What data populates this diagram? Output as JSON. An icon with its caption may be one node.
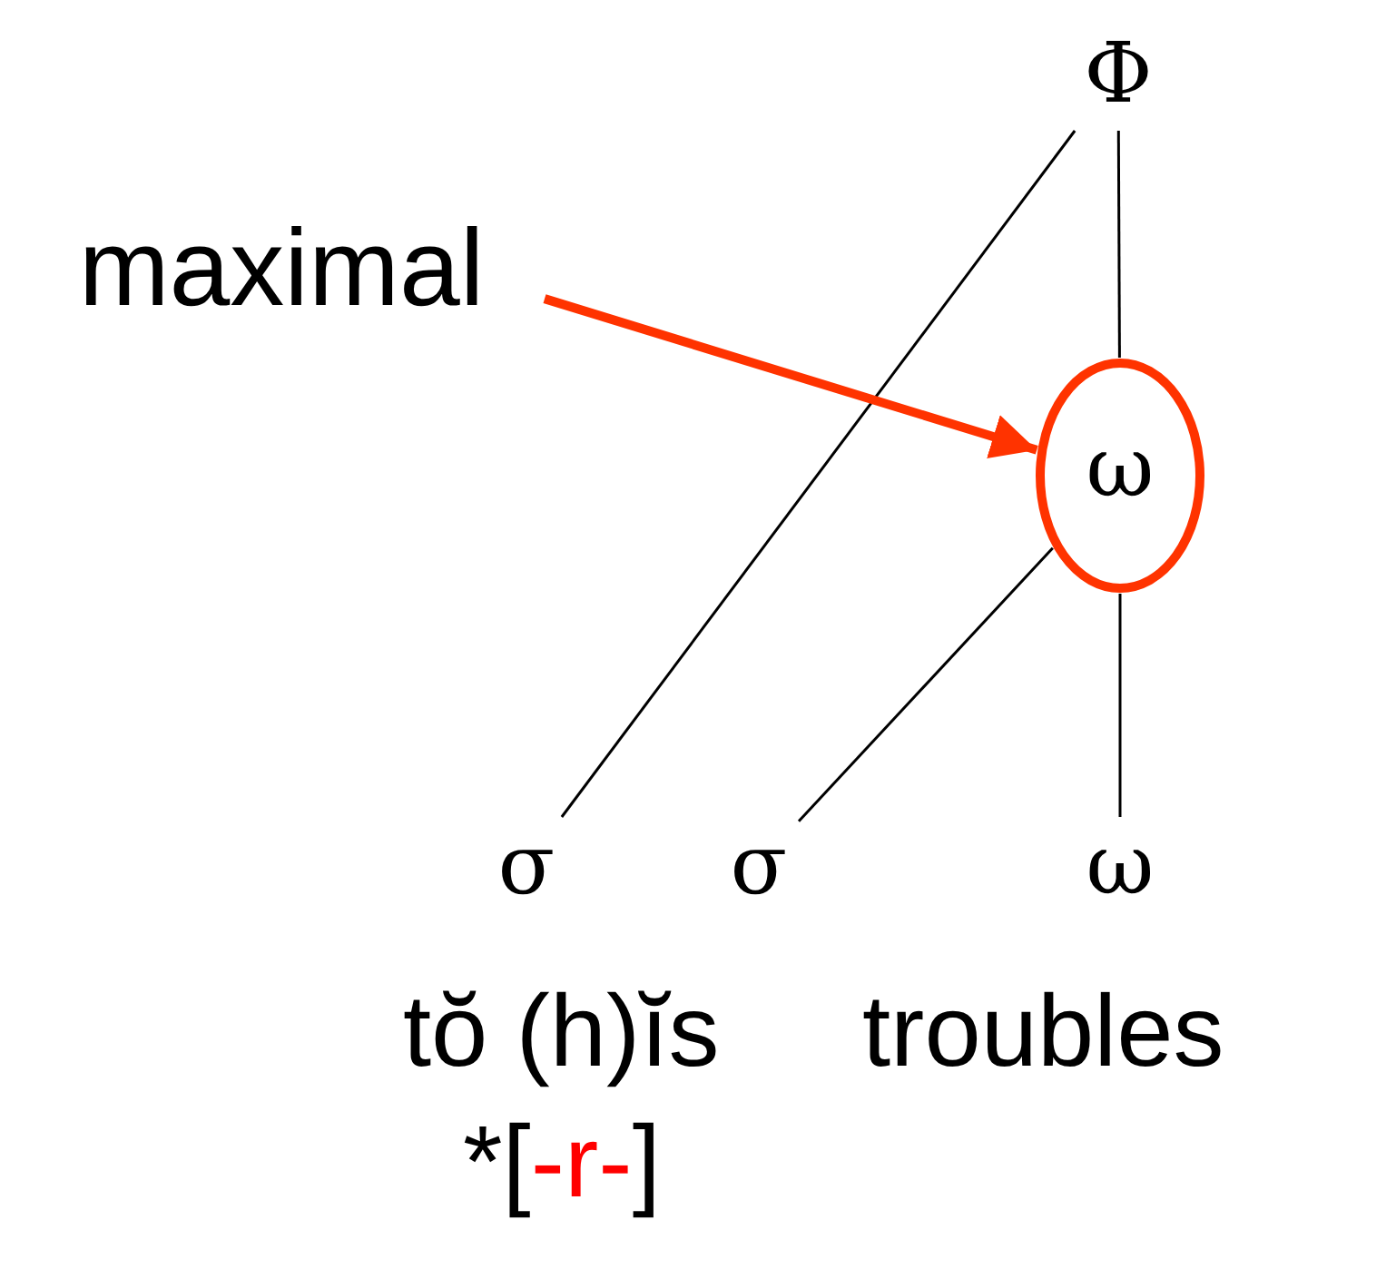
{
  "diagram": {
    "nodes": [
      {
        "text": [
          "Φ"
        ]
      },
      {
        "text": [
          "ω"
        ]
      },
      {
        "text": [
          "σ"
        ]
      },
      {
        "text": [
          "σ"
        ]
      },
      {
        "text": [
          "ω"
        ]
      },
      {
        "text": [
          "maximal"
        ]
      }
    ],
    "edges": [
      {
        "from": 0,
        "to": 2,
        "arrow": "none"
      },
      {
        "from": 0,
        "to": 1,
        "arrow": "none"
      },
      {
        "from": 1,
        "to": 3,
        "arrow": "none"
      },
      {
        "from": 1,
        "to": 4,
        "arrow": "none"
      },
      {
        "from": 5,
        "to": 1,
        "arrow": "to",
        "style": "thick",
        "color": "#ff3300"
      }
    ],
    "labels": [
      "tŏ (h)ĭs",
      "troubles",
      "*[-r-]"
    ]
  }
}
